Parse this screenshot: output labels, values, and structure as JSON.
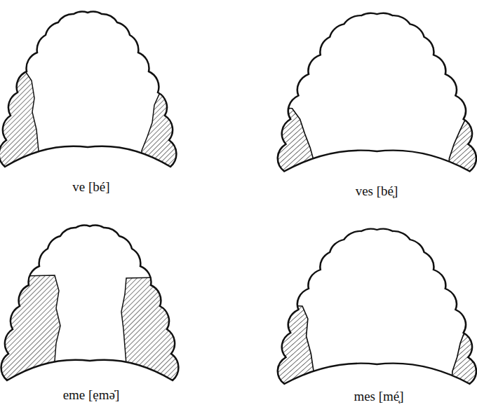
{
  "diagram": {
    "labels": [
      "ve [bé]",
      "ves [bé̜̜]",
      "eme [ẹmə̇]",
      "mes [mé̜̜]"
    ]
  }
}
